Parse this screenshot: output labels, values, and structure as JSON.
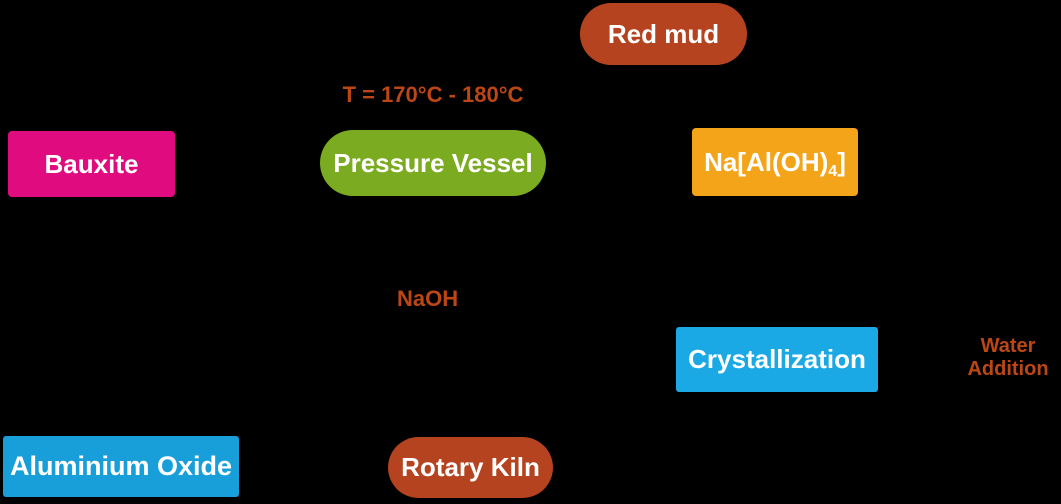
{
  "diagram": {
    "background_color": "#000000",
    "node_label_color": "#FFFFFF",
    "annotation_color": "#BC4714",
    "nodes": [
      {
        "id": "bauxite",
        "label": "Bauxite",
        "shape": "rectangle",
        "color": "#E00C7F"
      },
      {
        "id": "pressure-vessel",
        "label": "Pressure Vessel",
        "shape": "pill",
        "color": "#7BAB20"
      },
      {
        "id": "red-mud",
        "label": "Red mud",
        "shape": "pill",
        "color": "#B5431F"
      },
      {
        "id": "sodium-aluminate",
        "label_main": "Na[Al(OH)",
        "label_subscript": "4",
        "label_close": "]",
        "shape": "rectangle",
        "color": "#F4A418"
      },
      {
        "id": "crystallization",
        "label": "Crystallization",
        "shape": "rectangle",
        "color": "#1BA9E5"
      },
      {
        "id": "aluminium-oxide",
        "label": "Aluminium Oxide",
        "shape": "rectangle",
        "color": "#189FD9"
      },
      {
        "id": "rotary-kiln",
        "label": "Rotary Kiln",
        "shape": "pill",
        "color": "#B5431F"
      }
    ],
    "annotations": [
      {
        "id": "temperature",
        "text": "T = 170°C - 180°C"
      },
      {
        "id": "naoh",
        "text": "NaOH"
      },
      {
        "id": "water-addition",
        "text": "Water Addition"
      }
    ]
  }
}
